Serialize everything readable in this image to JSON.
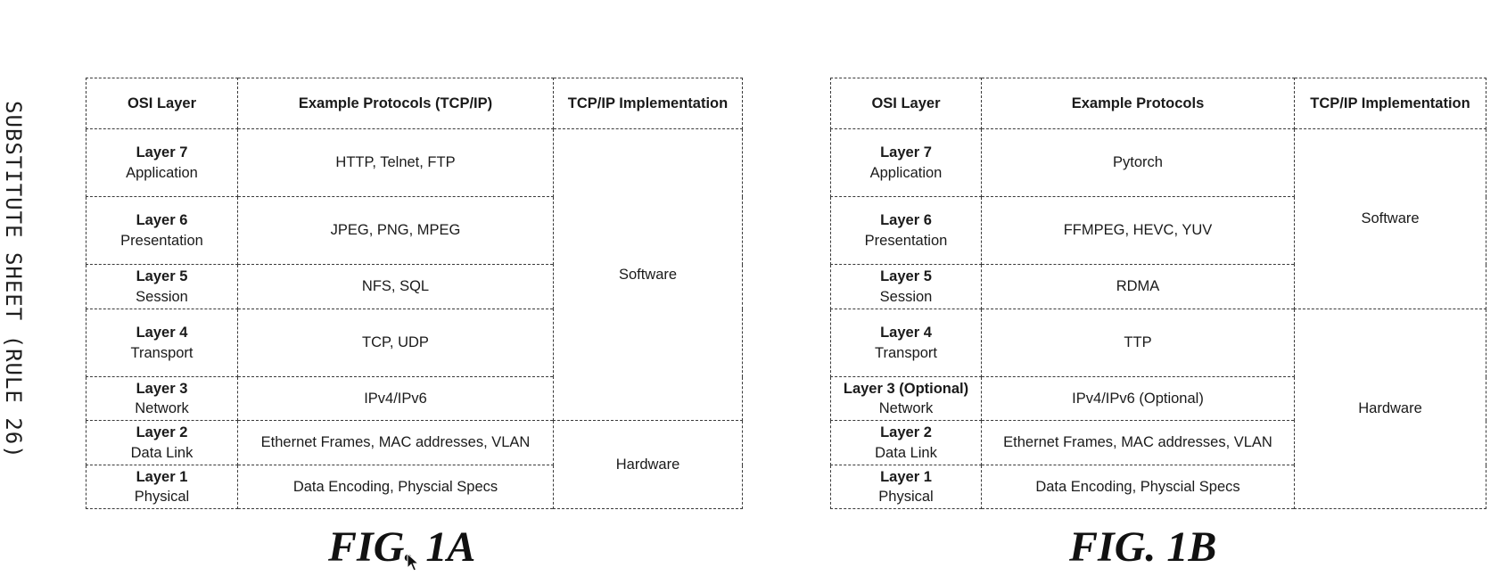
{
  "side_text": "SUBSTITUTE SHEET (RULE 26)",
  "figure_a": {
    "caption": "FIG. 1A",
    "headers": [
      "OSI Layer",
      "Example Protocols (TCP/IP)",
      "TCP/IP Implementation"
    ],
    "rows": [
      {
        "layer": "Layer 7",
        "name": "Application",
        "protocols": "HTTP, Telnet, FTP"
      },
      {
        "layer": "Layer 6",
        "name": "Presentation",
        "protocols": "JPEG, PNG, MPEG"
      },
      {
        "layer": "Layer 5",
        "name": "Session",
        "protocols": "NFS, SQL"
      },
      {
        "layer": "Layer 4",
        "name": "Transport",
        "protocols": "TCP, UDP"
      },
      {
        "layer": "Layer 3",
        "name": "Network",
        "protocols": "IPv4/IPv6"
      },
      {
        "layer": "Layer 2",
        "name": "Data Link",
        "protocols": "Ethernet Frames, MAC addresses, VLAN"
      },
      {
        "layer": "Layer 1",
        "name": "Physical",
        "protocols": "Data Encoding, Physcial Specs"
      }
    ],
    "implementation": [
      "Software",
      "Hardware"
    ]
  },
  "figure_b": {
    "caption": "FIG. 1B",
    "headers": [
      "OSI Layer",
      "Example Protocols",
      "TCP/IP Implementation"
    ],
    "rows": [
      {
        "layer": "Layer 7",
        "name": "Application",
        "protocols": "Pytorch"
      },
      {
        "layer": "Layer 6",
        "name": "Presentation",
        "protocols": "FFMPEG, HEVC, YUV"
      },
      {
        "layer": "Layer 5",
        "name": "Session",
        "protocols": "RDMA"
      },
      {
        "layer": "Layer 4",
        "name": "Transport",
        "protocols": "TTP"
      },
      {
        "layer": "Layer 3 (Optional)",
        "name": "Network",
        "protocols": "IPv4/IPv6 (Optional)"
      },
      {
        "layer": "Layer 2",
        "name": "Data Link",
        "protocols": "Ethernet Frames, MAC addresses, VLAN"
      },
      {
        "layer": "Layer 1",
        "name": "Physical",
        "protocols": "Data Encoding, Physcial Specs"
      }
    ],
    "implementation": [
      "Software",
      "Hardware"
    ]
  }
}
